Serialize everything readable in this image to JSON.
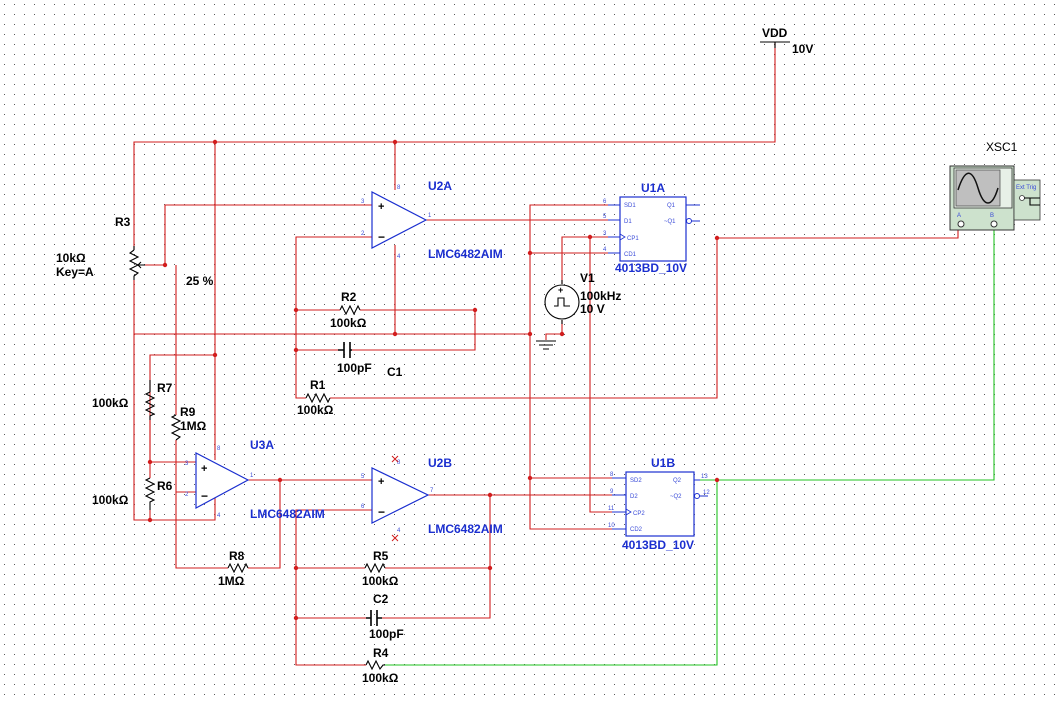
{
  "supply": {
    "name": "VDD",
    "value": "10V"
  },
  "scope": {
    "ref": "XSC1",
    "ext_trig": "Ext Trig",
    "ch_a": "A",
    "ch_b": "B"
  },
  "potentiometer": {
    "ref": "R3",
    "value": "10kΩ",
    "key": "Key=A",
    "setting": "25 %"
  },
  "source": {
    "ref": "V1",
    "freq": "100kHz",
    "amp": "10 V"
  },
  "opamps": [
    {
      "ref": "U2A",
      "model": "LMC6482AIM"
    },
    {
      "ref": "U2B",
      "model": "LMC6482AIM"
    },
    {
      "ref": "U3A",
      "model": "LMC6482AIM"
    }
  ],
  "flipflops": [
    {
      "ref": "U1A",
      "model": "4013BD_10V",
      "pins": [
        "SD1",
        "D1",
        "CP1",
        "CD1",
        "Q1",
        "~Q1"
      ]
    },
    {
      "ref": "U1B",
      "model": "4013BD_10V",
      "pins": [
        "SD2",
        "D2",
        "CP2",
        "CD2",
        "Q2",
        "~Q2"
      ]
    }
  ],
  "resistors": [
    {
      "ref": "R1",
      "value": "100kΩ"
    },
    {
      "ref": "R2",
      "value": "100kΩ"
    },
    {
      "ref": "R4",
      "value": "100kΩ"
    },
    {
      "ref": "R5",
      "value": "100kΩ"
    },
    {
      "ref": "R6",
      "value": "100kΩ"
    },
    {
      "ref": "R7",
      "value": "100kΩ"
    },
    {
      "ref": "R8",
      "value": "1MΩ"
    },
    {
      "ref": "R9",
      "value": "1MΩ"
    }
  ],
  "capacitors": [
    {
      "ref": "C1",
      "value": "100pF"
    },
    {
      "ref": "C2",
      "value": "100pF"
    }
  ]
}
